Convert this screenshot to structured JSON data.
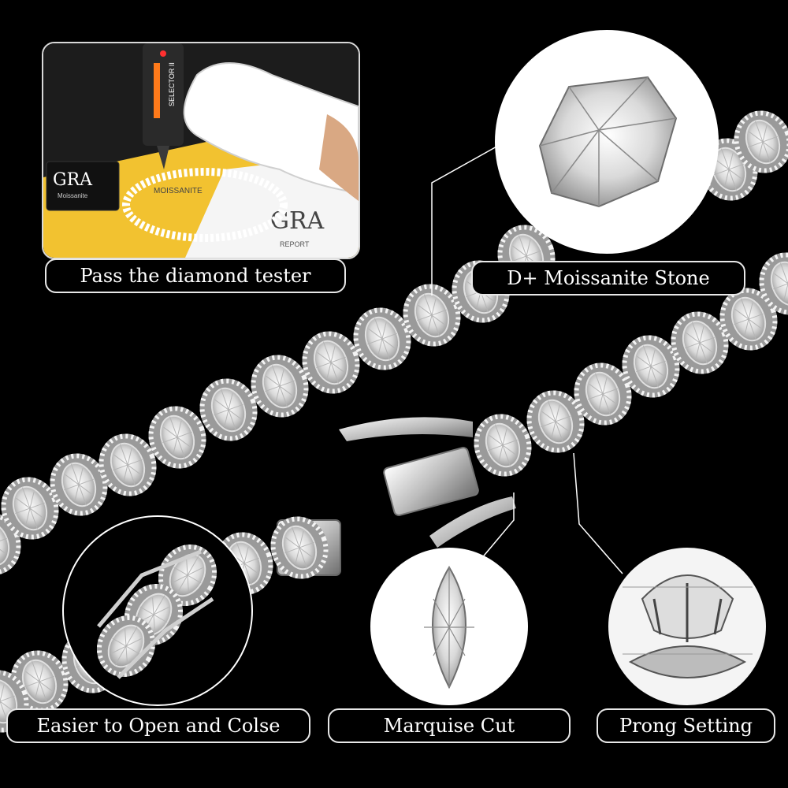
{
  "captions": {
    "tester": "Pass the diamond tester",
    "stone": "D+ Moissanite Stone",
    "clasp": "Easier to Open and Colse",
    "cut": "Marquise Cut",
    "setting": "Prong Setting"
  },
  "tester_photo": {
    "card_text": "GRA",
    "card_sub": "Moissanite",
    "certificate_text": "GRA",
    "certificate_sub": "MOISSANITE",
    "report_text": "REPORT",
    "device_text": "SELECTOR II"
  },
  "colors": {
    "background": "#000000",
    "caption_border": "#e8e8e8",
    "certificate": "#f2c230"
  }
}
